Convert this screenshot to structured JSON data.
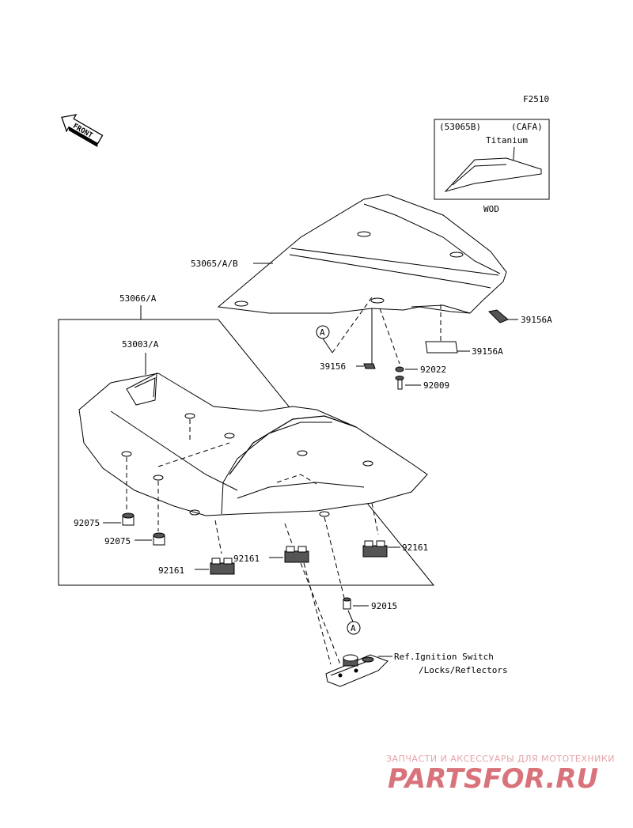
{
  "figure_code": "F2510",
  "front_arrow": "FRONT",
  "wod_box": {
    "code": "(53065B)",
    "color": "(CAFA)",
    "material": "Titanium",
    "caption": "WOD"
  },
  "labels": {
    "p53065": "53065/A/B",
    "p53066": "53066/A",
    "p53003": "53003/A",
    "p39156A_1": "39156A",
    "p39156A_2": "39156A",
    "p39156": "39156",
    "p92022": "92022",
    "p92009": "92009",
    "p92075_1": "92075",
    "p92075_2": "92075",
    "p92161_1": "92161",
    "p92161_2": "92161",
    "p92161_3": "92161",
    "p92015": "92015",
    "ref_line1": "Ref.Ignition Switch",
    "ref_line2": "/Locks/Reflectors",
    "callout_a1": "A",
    "callout_a2": "A"
  },
  "watermark": {
    "line1": "ЗАПЧАСТИ И АКСЕССУАРЫ ДЛЯ МОТОТЕХНИКИ",
    "line2": "PARTSFOR.RU"
  }
}
